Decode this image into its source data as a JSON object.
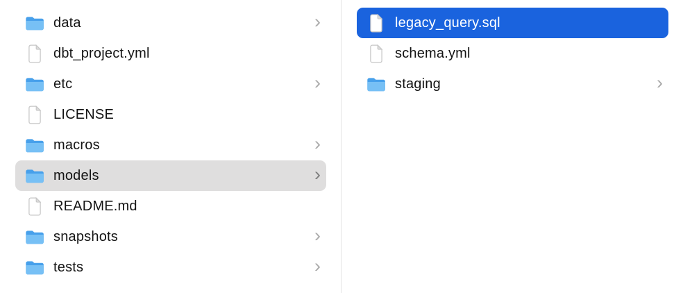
{
  "window": {
    "view": "finder-column-view"
  },
  "glyphs": {
    "chevron": "›"
  },
  "colors": {
    "selection_blue": "#1a63de",
    "selection_gray": "#dfdede",
    "folder_blue_back": "#47a0eb",
    "folder_blue_front": "#77c0f5",
    "divider": "#e2e2e2",
    "chevron_gray": "#ababab",
    "text": "#141414",
    "selected_text": "#ffffff"
  },
  "left_column": {
    "items": [
      {
        "label": "data",
        "type": "folder",
        "has_chevron": true,
        "selected": false
      },
      {
        "label": "dbt_project.yml",
        "type": "file",
        "has_chevron": false,
        "selected": false
      },
      {
        "label": "etc",
        "type": "folder",
        "has_chevron": true,
        "selected": false
      },
      {
        "label": "LICENSE",
        "type": "file",
        "has_chevron": false,
        "selected": false
      },
      {
        "label": "macros",
        "type": "folder",
        "has_chevron": true,
        "selected": false
      },
      {
        "label": "models",
        "type": "folder",
        "has_chevron": true,
        "selected": true
      },
      {
        "label": "README.md",
        "type": "file",
        "has_chevron": false,
        "selected": false
      },
      {
        "label": "snapshots",
        "type": "folder",
        "has_chevron": true,
        "selected": false
      },
      {
        "label": "tests",
        "type": "folder",
        "has_chevron": true,
        "selected": false
      }
    ]
  },
  "right_column": {
    "items": [
      {
        "label": "legacy_query.sql",
        "type": "file",
        "has_chevron": false,
        "selected": true
      },
      {
        "label": "schema.yml",
        "type": "file",
        "has_chevron": false,
        "selected": false
      },
      {
        "label": "staging",
        "type": "folder",
        "has_chevron": true,
        "selected": false
      }
    ]
  }
}
